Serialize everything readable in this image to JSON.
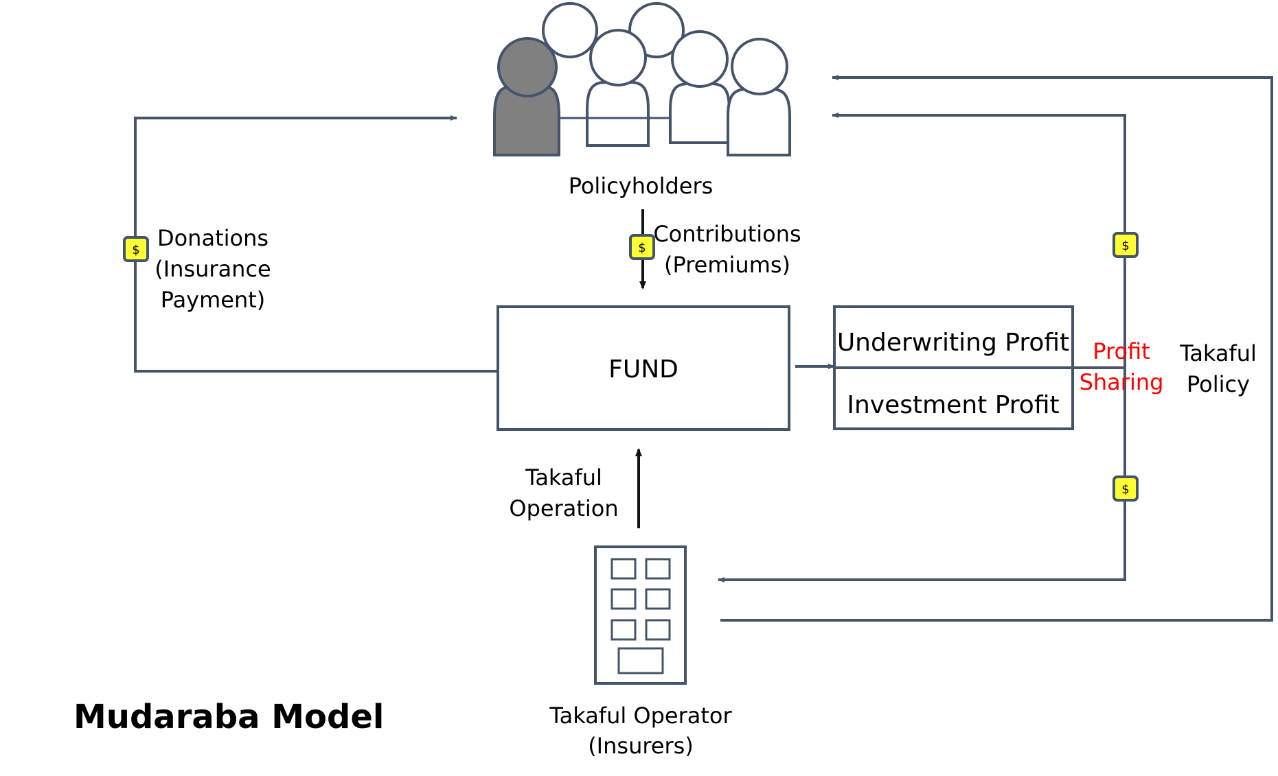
{
  "title": "Mudaraba Model",
  "colors": {
    "line": "#44546a",
    "dark": "#000000",
    "person_fill_dark": "#808080",
    "coin_fill": "#ffff33",
    "accent_red": "#ff0000"
  },
  "coin_symbol": "$",
  "policyholders": {
    "label": "Policyholders",
    "icon": "people-group-icon"
  },
  "operator": {
    "label_line1": "Takaful Operator",
    "label_line2": "(Insurers)",
    "icon": "office-building-icon"
  },
  "fund": {
    "label": "FUND"
  },
  "profit_box": {
    "underwriting": "Underwriting Profit",
    "investment": "Investment Profit"
  },
  "flows": {
    "donations": {
      "line1": "Donations",
      "line2": "(Insurance",
      "line3": "Payment)"
    },
    "contributions": {
      "line1": "Contributions",
      "line2": "(Premiums)"
    },
    "operation": {
      "line1": "Takaful",
      "line2": "Operation"
    },
    "profit_sharing": {
      "line1": "Profit",
      "line2": "Sharing"
    },
    "policy": {
      "line1": "Takaful",
      "line2": "Policy"
    }
  }
}
